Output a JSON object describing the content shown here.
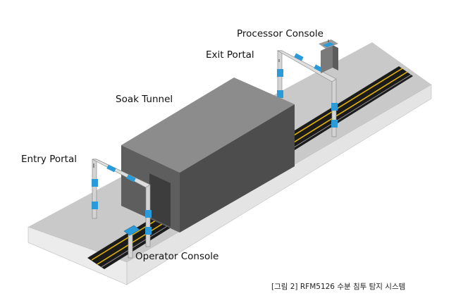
{
  "labels": {
    "processor_console": "Processor Console",
    "exit_portal": "Exit Portal",
    "soak_tunnel": "Soak Tunnel",
    "entry_portal": "Entry Portal",
    "operator_console": "Operator Console"
  },
  "caption": "[그림 2] RFM5126 수분 침투 탐지 시스템",
  "colors": {
    "platform_top": "#c9c9c9",
    "platform_front": "#ebebeb",
    "tunnel_front": "#5e5e5e",
    "tunnel_top": "#8c8c8c",
    "tunnel_side": "#4d4d4d",
    "conveyor": "#1b1b1b",
    "conveyor_stripe": "#e2b400",
    "portal_frame": "#d4d4d4",
    "sensor": "#2a9bd8"
  }
}
